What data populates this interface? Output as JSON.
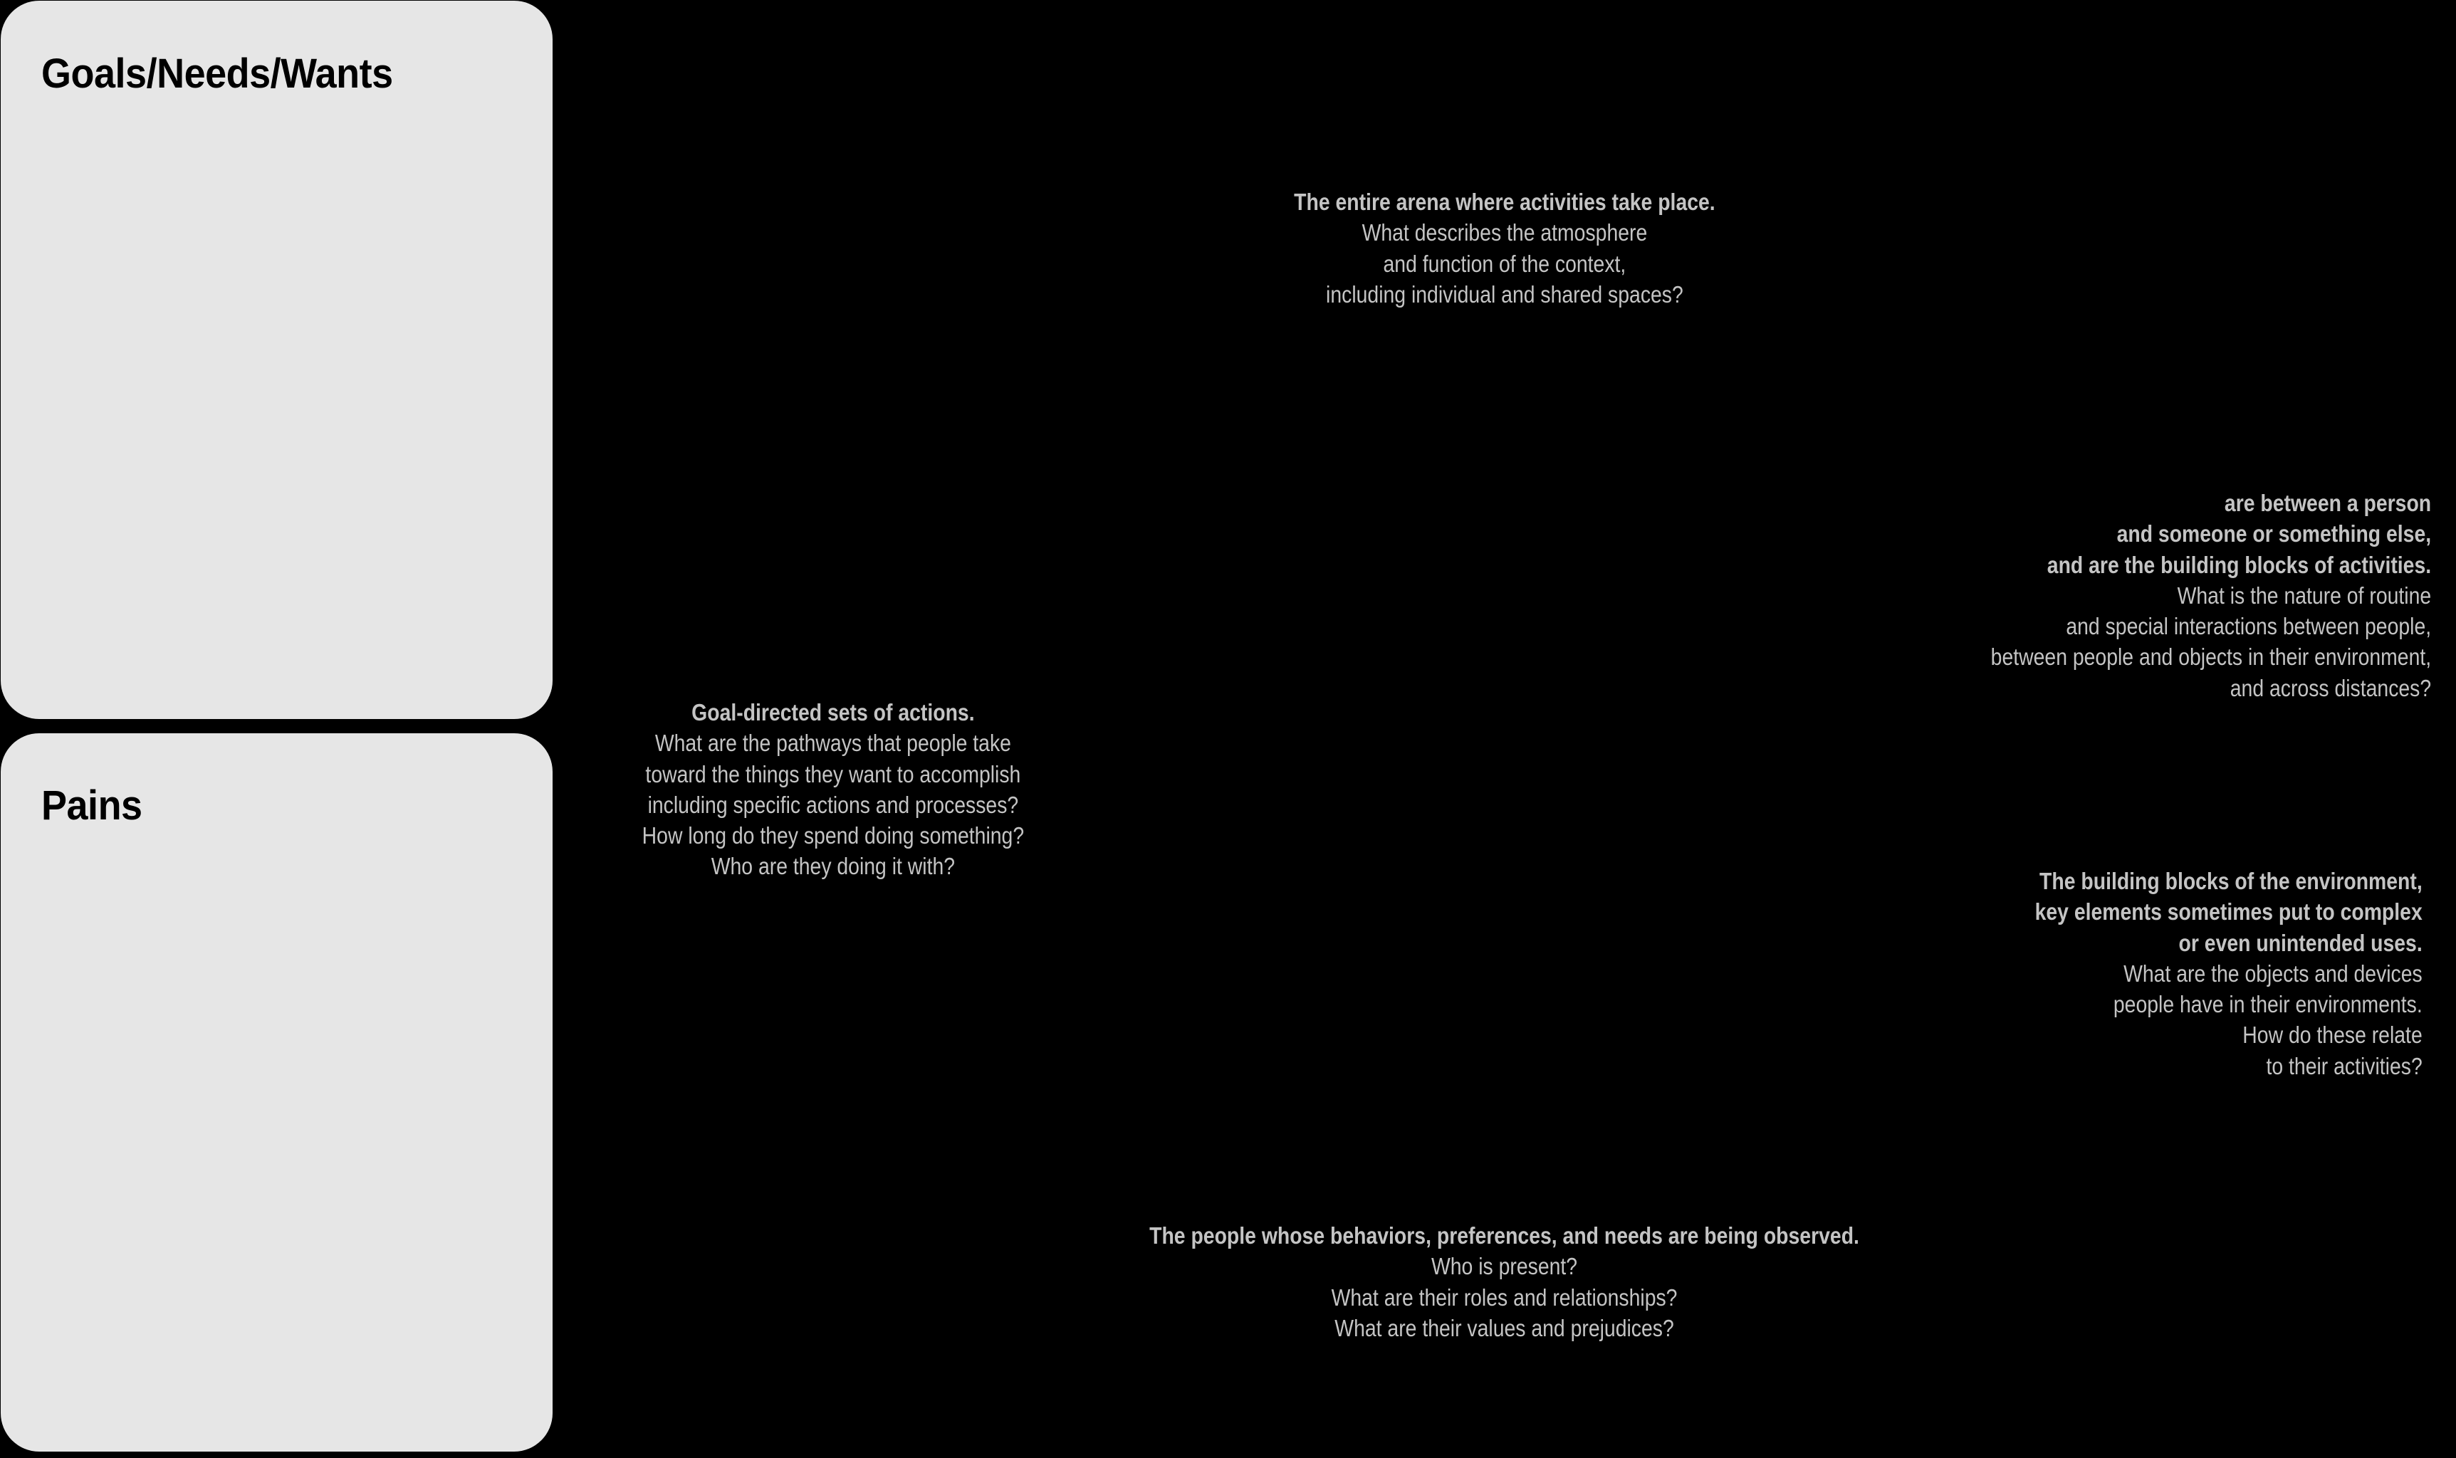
{
  "cards": [
    {
      "title": "Goals/Needs/Wants"
    },
    {
      "title": "Pains"
    }
  ],
  "colors": {
    "background": "#000000",
    "card": "#e6e6e6",
    "card_title": "#000000",
    "prompt_text": "#c4c4c4"
  },
  "prompts": {
    "environment": {
      "bold": [
        "The entire arena where activities take place."
      ],
      "regular": [
        "What describes the atmosphere",
        "and function of the context,",
        "including individual and shared spaces?"
      ]
    },
    "interactions": {
      "bold": [
        "are between a person",
        "and someone or something else,",
        "and are the building blocks of activities."
      ],
      "regular": [
        "What is the nature of routine",
        "and special interactions between people,",
        "between people and objects in their environment,",
        "and across distances?"
      ]
    },
    "activities": {
      "bold": [
        "Goal-directed sets of actions."
      ],
      "regular": [
        "What are the pathways that people take",
        "toward the things they want to accomplish",
        "including specific actions and processes?",
        "How long do they spend doing something?",
        "Who are they doing it with?"
      ]
    },
    "objects": {
      "bold": [
        "The building blocks of the environment,",
        "key elements sometimes put to complex",
        "or even unintended uses."
      ],
      "regular": [
        "What are the objects and devices",
        "people have in their environments.",
        "How do these relate",
        "to their activities?"
      ]
    },
    "users": {
      "bold": [
        "The people whose behaviors, preferences, and needs are being observed."
      ],
      "regular": [
        "Who is present?",
        "What are their roles and relationships?",
        "What are their values and prejudices?"
      ]
    }
  }
}
